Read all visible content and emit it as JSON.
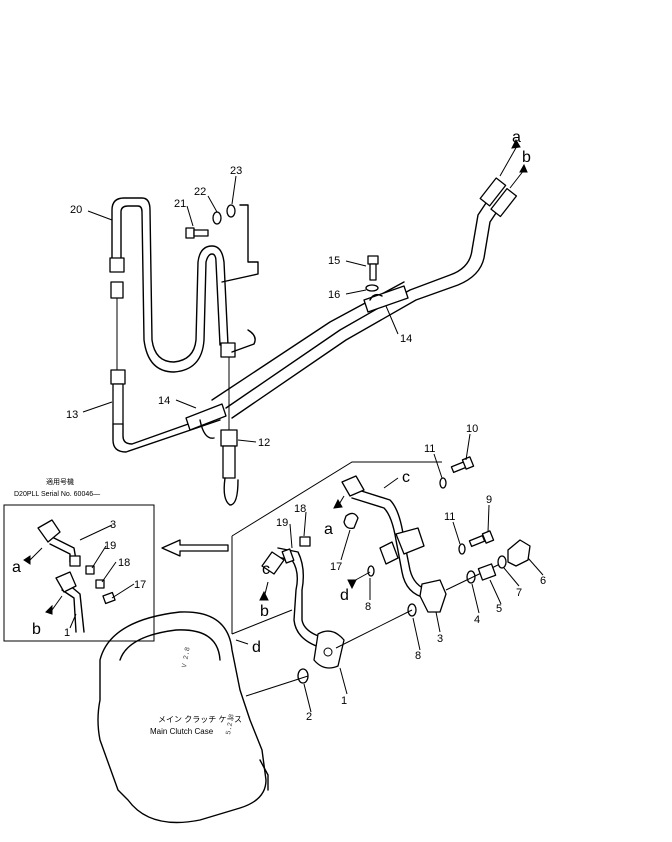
{
  "labels": {
    "p1a": "1",
    "p1b": "1",
    "p2": "2",
    "p3a": "3",
    "p3b": "3",
    "p4": "4",
    "p5": "5",
    "p6": "6",
    "p7": "7",
    "p8a": "8",
    "p8b": "8",
    "p9": "9",
    "p10": "10",
    "p11a": "11",
    "p11b": "11",
    "p12": "12",
    "p13": "13",
    "p14a": "14",
    "p14b": "14",
    "p15": "15",
    "p16": "16",
    "p17a": "17",
    "p17b": "17",
    "p18a": "18",
    "p18b": "18",
    "p19a": "19",
    "p19b": "19",
    "p20": "20",
    "p21": "21",
    "p22": "22",
    "p23": "23"
  },
  "letters": {
    "a_top": "a",
    "b_top": "b",
    "c_main": "c",
    "c_left": "c",
    "a_mid": "a",
    "b_mid": "b",
    "d_mid": "d",
    "d_case": "d",
    "a_inset": "a",
    "b_inset": "b"
  },
  "inset": {
    "title_jp": "適用号機",
    "model_serial": "D20PLL  Serial No. 60046—"
  },
  "case": {
    "label_jp": "メイン クラッチ ケース",
    "label_en": "Main Clutch Case"
  }
}
